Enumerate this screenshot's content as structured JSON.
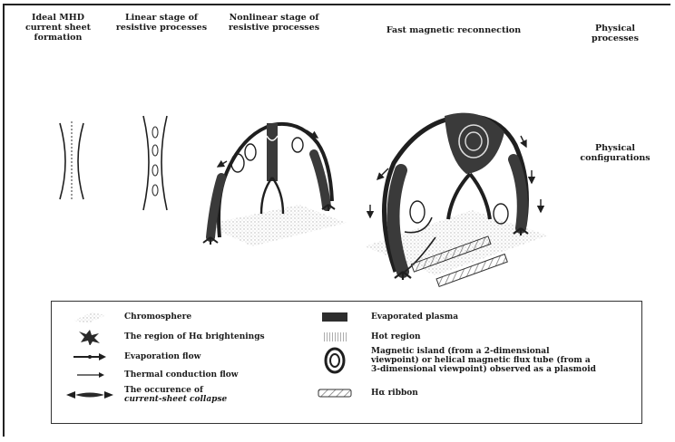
{
  "headers": {
    "col1": [
      "Ideal MHD",
      "current sheet",
      "formation"
    ],
    "col2": [
      "Linear stage of",
      "resistive processes"
    ],
    "col3": [
      "Nonlinear stage of",
      "resistive processes"
    ],
    "col4": [
      "Fast magnetic reconnection"
    ],
    "col5": [
      "Physical",
      "processes"
    ]
  },
  "row_label": [
    "Physical",
    "configurations"
  ],
  "legend": {
    "chromosphere": [
      "Chromosphere"
    ],
    "halpha": [
      "The region of Hα brightenings"
    ],
    "evap_flow": [
      "Evaporation flow"
    ],
    "thermal_flow": [
      "Thermal conduction flow"
    ],
    "collapse": [
      "The occurence of",
      "current-sheet collapse"
    ],
    "evap_plasma": [
      "Evaporated plasma"
    ],
    "hot_region": [
      "Hot region"
    ],
    "island": [
      "Magnetic island (from a 2-dimensional",
      "viewpoint) or helical magnetic flux tube (from a",
      "3-dimensional viewpoint) observed as a plasmoid"
    ],
    "ribbon": [
      "Hα ribbon"
    ]
  },
  "colors": {
    "ink": "#1f1f1f",
    "plasma": "#3a3a3a",
    "hatch": "#9a9a9a"
  }
}
